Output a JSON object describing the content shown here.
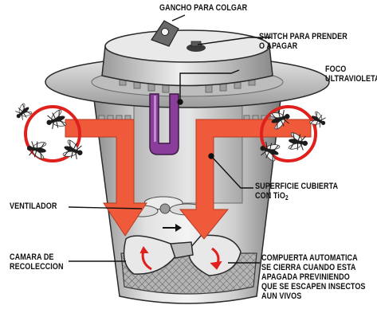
{
  "labels": {
    "hanging_hook": "GANCHO PARA COLGAR",
    "switch_line1": "SWITCH PARA PRENDER",
    "switch_line2": "O APAGAR",
    "uv_line1": "FOCO",
    "uv_line2": "ULTRAVIOLETA",
    "fan": "VENTILADOR",
    "surface_line1": "SUPERFICIE CUBIERTA",
    "surface_line2_prefix": "CON TiO",
    "surface_line2_sub": "2",
    "chamber_line1": "CAMARA DE",
    "chamber_line2": "RECOLECCION",
    "gate_line1": "COMPUERTA AUTOMATICA",
    "gate_line2": "SE CIERRA CUANDO ESTA",
    "gate_line3": "APAGADA PREVINIENDO",
    "gate_line4": "QUE SE ESCAPEN INSECTOS",
    "gate_line5": "AUN VIVOS"
  },
  "colors": {
    "airflow_arrow": "#ef5a3a",
    "uv_bulb": "#8a3d9a",
    "gate_rotation_arrow": "#e0201c",
    "trap_body": "#c8c8c8",
    "leader_line": "#111111"
  },
  "icons": [
    "hook-icon",
    "switch-icon",
    "uv-bulb-icon",
    "fan-icon",
    "fly-icon",
    "rotation-arrow-icon",
    "mesh-icon"
  ]
}
